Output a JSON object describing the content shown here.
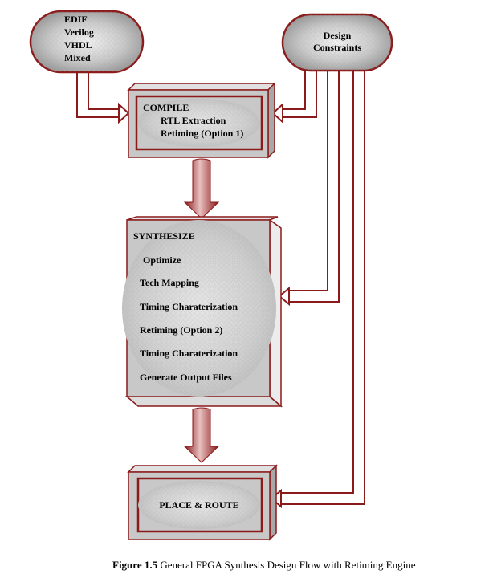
{
  "inputs": {
    "lines": [
      "EDIF",
      "Verilog",
      "VHDL",
      "Mixed"
    ]
  },
  "constraints": {
    "lines": [
      "Design",
      "Constraints"
    ]
  },
  "compile": {
    "title": "COMPILE",
    "lines": [
      "RTL Extraction",
      "Retiming  (Option 1)"
    ]
  },
  "synthesize": {
    "title": "SYNTHESIZE",
    "lines": [
      "Optimize",
      "Tech Mapping",
      "Timing Charaterization",
      "Retiming (Option 2)",
      "Timing Charaterization",
      "Generate Output Files"
    ]
  },
  "place_route": {
    "title": "PLACE & ROUTE"
  },
  "caption": {
    "label": "Figure 1.5",
    "text": "General FPGA Synthesis Design Flow with Retiming Engine"
  },
  "colors": {
    "border": "#8b1a1a",
    "box_fill": "#c8c8c8",
    "arrow_light": "#e8b8b8",
    "arrow_dark": "#8b1a1a"
  }
}
